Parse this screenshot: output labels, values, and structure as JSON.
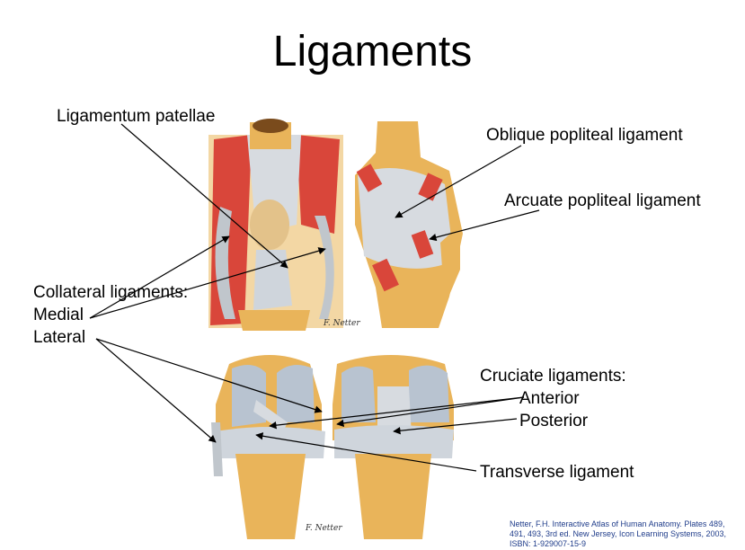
{
  "slide": {
    "title": "Ligaments",
    "labels": {
      "ligamentum_patellae": "Ligamentum patellae",
      "oblique_popliteal": "Oblique popliteal ligament",
      "arcuate_popliteal": "Arcuate popliteal ligament",
      "collateral_heading": "Collateral ligaments:",
      "medial": "Medial",
      "lateral": "Lateral",
      "cruciate_heading": "Cruciate ligaments:",
      "anterior": "Anterior",
      "posterior": "Posterior",
      "transverse": "Transverse ligament"
    },
    "citation": "Netter, F.H.  Interactive Atlas of Human Anatomy. Plates 489, 491, 493, 3rd ed. New Jersey, Icon Learning Systems, 2003, ISBN: 1-929007-15-9",
    "colors": {
      "bone": "#e9b45a",
      "muscle": "#d9463a",
      "ligament": "#c9ced3",
      "cartilage": "#b8c3d0",
      "citation": "#1f3c8a"
    }
  }
}
